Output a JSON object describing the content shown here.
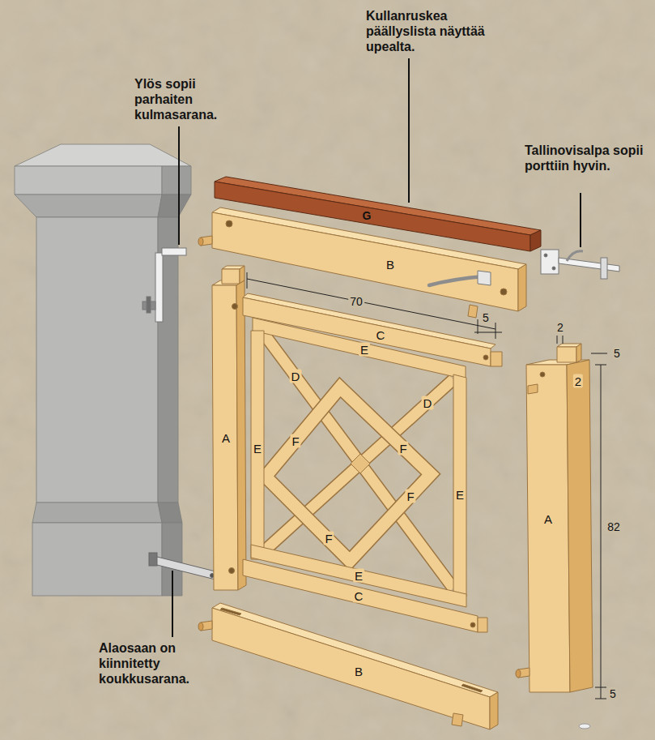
{
  "diagram": {
    "labels": [
      "Kullanruskea päällyslista näyttää upealta.",
      "Ylös sopii parhaiten kulmasarana.",
      "G",
      "Tallinovisalpa sopii porttiin hyvin.",
      "B",
      "70",
      "5",
      "C",
      "2",
      "5",
      "2",
      "E",
      "D",
      "D",
      "F",
      "F",
      "A",
      "E",
      "E",
      "F",
      "F",
      "A",
      "82",
      "E",
      "C",
      "Alaosaan on kiinnitetty koukkusarana.",
      "B",
      "5"
    ]
  }
}
